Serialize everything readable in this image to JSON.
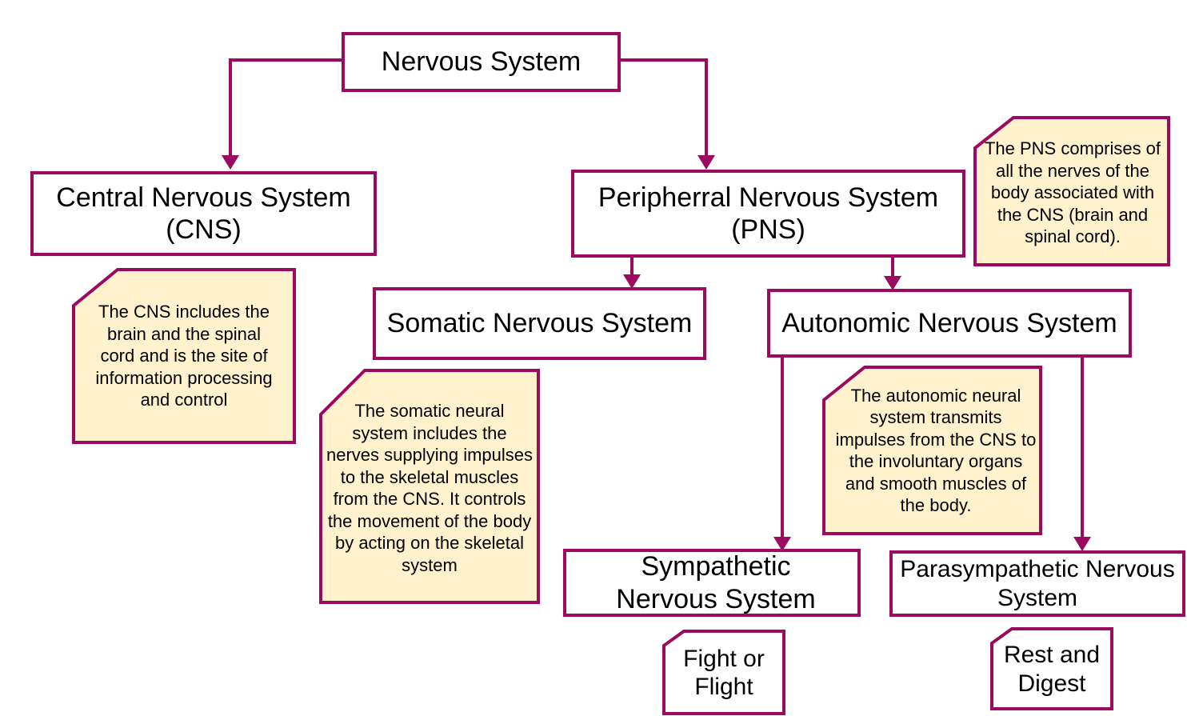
{
  "colors": {
    "accent": "#9b0a5e",
    "note_fill": "#fff2cc",
    "box_fill": "#ffffff"
  },
  "nodes": {
    "nervous_system": "Nervous System",
    "cns": "Central Nervous System (CNS)",
    "pns": "Peripherral Nervous System (PNS)",
    "somatic": "Somatic Nervous System",
    "autonomic": "Autonomic Nervous System",
    "sympathetic": "Sympathetic Nervous System",
    "parasympathetic": "Parasympathetic Nervous System"
  },
  "notes": {
    "cns": "The CNS includes the brain and the spinal cord and is the site of information processing and control",
    "pns": "The PNS comprises of all the nerves of the body associated with the CNS (brain and spinal cord).",
    "somatic": "The somatic neural system includes the nerves supplying impulses to the skeletal muscles from the CNS. It controls the movement of the body by acting on the skeletal system",
    "autonomic": "The autonomic neural system transmits impulses from the CNS to the involuntary organs and smooth muscles of the body.",
    "sympathetic": "Fight or Flight",
    "parasympathetic": "Rest and Digest"
  }
}
